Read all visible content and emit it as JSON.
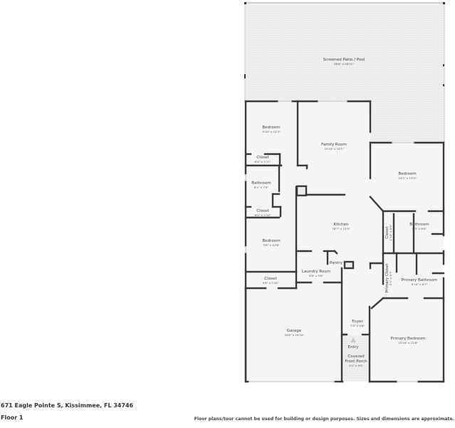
{
  "listing": {
    "address": "671 Eagle Pointe S, Kissimmee, FL 34746",
    "floor_label": "Floor 1",
    "disclaimer": "Floor plans/tour cannot be used for building or design purposes. Sizes and dimensions are approximate."
  },
  "colors": {
    "wall": "#3a3a3a",
    "floor": "#f5f5f5",
    "patio": "#ececec",
    "text": "#444444"
  },
  "rooms": {
    "patio": {
      "label": "Screened Patio / Pool",
      "dims": "38'6\" x 26'11\""
    },
    "bedroom1": {
      "label": "Bedroom",
      "dims": "9'10\" x 12'3\""
    },
    "family": {
      "label": "Family Room",
      "dims": "13'10\" x 18'1\""
    },
    "closet1": {
      "label": "Closet",
      "dims": "6'4\" x 1'11\""
    },
    "bath1": {
      "label": "Bathroom",
      "dims": "6'4\" x 7'9\""
    },
    "bedroom2": {
      "label": "Bedroom",
      "dims": "14'1\" x 13'0\""
    },
    "closet2": {
      "label": "Closet",
      "dims": "6'4\" x 1'10\""
    },
    "kitchen": {
      "label": "Kitchen",
      "dims": "16'7\" x 12'9\""
    },
    "closet3": {
      "label": "Closet",
      "dims": "1'10\" x 8'9\""
    },
    "bath2": {
      "label": "Bathroom",
      "dims": "9'3\" x 8'0\""
    },
    "bedroom3": {
      "label": "Bedroom",
      "dims": "9'8\" x 12'6\""
    },
    "pantry": {
      "label": "Pantry",
      "dims": ""
    },
    "primary_closet": {
      "label": "Primary Closet",
      "dims": "2'3\" x 8'7\""
    },
    "primary_bath": {
      "label": "Primary Bathroom",
      "dims": "8'10\" x 8'7\""
    },
    "laundry": {
      "label": "Laundry Room",
      "dims": "9'6\" x 5'9\""
    },
    "closet4": {
      "label": "Closet",
      "dims": "9'8\" x 2'10\""
    },
    "foyer": {
      "label": "Foyer",
      "dims": "7'9\" x 4'6\""
    },
    "garage": {
      "label": "Garage",
      "dims": "18'6\" x 18'10\""
    },
    "entry": {
      "label": "Entry",
      "dims": ""
    },
    "porch": {
      "label": "Covered Front Porch",
      "line1": "Covered",
      "line2": "Front Porch",
      "dims": "3'5\" x 9'5\""
    },
    "primary_bed": {
      "label": "Primary Bedroom",
      "dims": "13'10\" x 15'8\""
    }
  }
}
